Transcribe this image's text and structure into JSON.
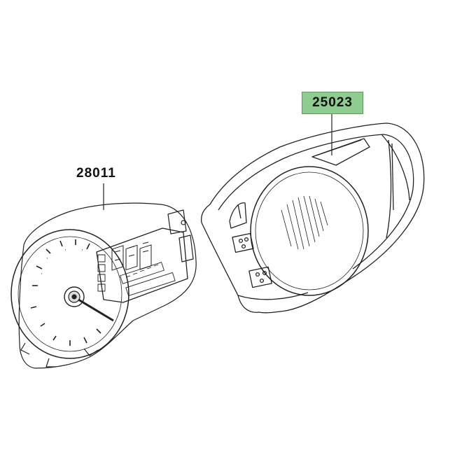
{
  "parts": [
    {
      "id": "cover",
      "number": "25023",
      "highlighted": true
    },
    {
      "id": "meter",
      "number": "28011",
      "highlighted": false
    }
  ],
  "colors": {
    "highlight": "#8fcc8f",
    "line": "#222222",
    "background": "#ffffff"
  }
}
